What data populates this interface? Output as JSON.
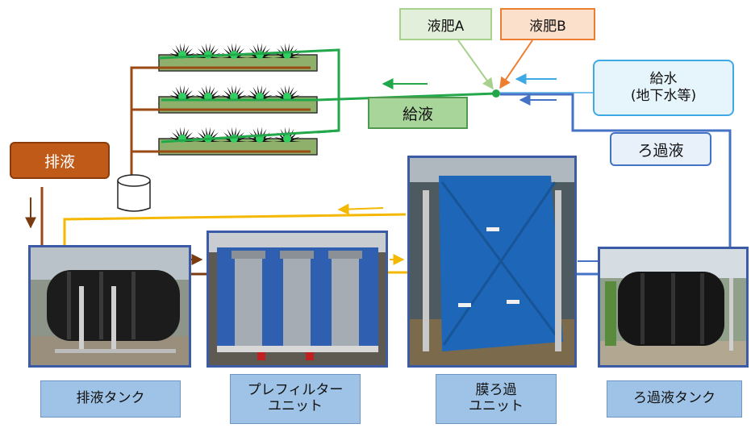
{
  "labels": {
    "fertilizer_a": "液肥A",
    "fertilizer_b": "液肥B",
    "water_supply_line1": "給水",
    "water_supply_line2": "(地下水等)",
    "feed": "給液",
    "filtrate": "ろ過液",
    "drainage": "排液"
  },
  "units": {
    "drain_tank": "排液タンク",
    "prefilter_line1": "プレフィルター",
    "prefilter_line2": "ユニット",
    "membrane_line1": "膜ろ過",
    "membrane_line2": "ユニット",
    "filtrate_tank": "ろ過液タンク"
  },
  "colors": {
    "drain_brown": "#9b4a14",
    "feed_green": "#22a84a",
    "fert_a_green": "#a9d18e",
    "fert_b_orange": "#ed7d31",
    "water_blue": "#3fa9e6",
    "filtrate_blue": "#4472c4",
    "recirculation_yellow": "#f5b800",
    "unit_label_blue": "#9ec3e6"
  }
}
